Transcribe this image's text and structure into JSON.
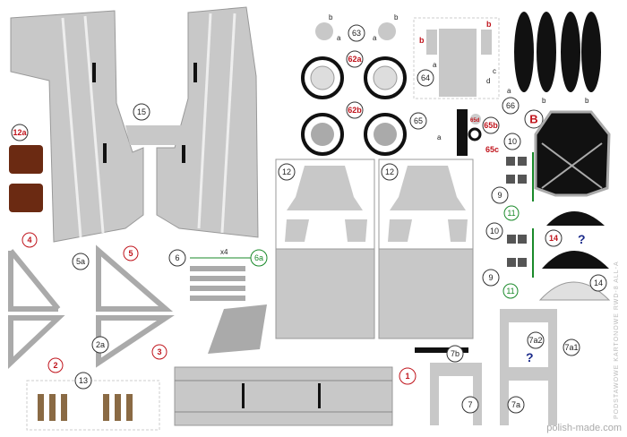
{
  "labels": {
    "p1": "1",
    "p2": "2",
    "p2a": "2a",
    "p3": "3",
    "p4": "4",
    "p5": "5",
    "p5a": "5a",
    "p6": "6",
    "p6a": "6a",
    "p7": "7",
    "p7a": "7a",
    "p7a1": "7a1",
    "p7a2": "7a2",
    "p7b": "7b",
    "p9a": "9",
    "p9b": "9",
    "p10a": "10",
    "p10b": "10",
    "p11a": "11",
    "p11b": "11",
    "p12a": "12",
    "p12b": "12",
    "p12red": "12a",
    "p13": "13",
    "p14a": "14",
    "p14b": "14",
    "p15": "15",
    "p62a": "62a",
    "p62b": "62b",
    "p63": "63",
    "p64": "64",
    "p65": "65",
    "p65b": "65b",
    "p65c": "65c",
    "p65d": "65d",
    "p66": "66",
    "pB": "B"
  },
  "letters": {
    "a": "a",
    "b": "b",
    "c": "c",
    "d": "d"
  },
  "multiplier": "x4",
  "question_mark": "?",
  "vertical_text": "PODSTAWOWE KARTONOWE RWD-8 ALL-A",
  "watermark": "polish-made.com",
  "colors": {
    "part_gray": "#c8c8c8",
    "dark": "#111111",
    "red": "#c0141c",
    "green": "#1a8a2a",
    "brown": "#6b2a12"
  }
}
